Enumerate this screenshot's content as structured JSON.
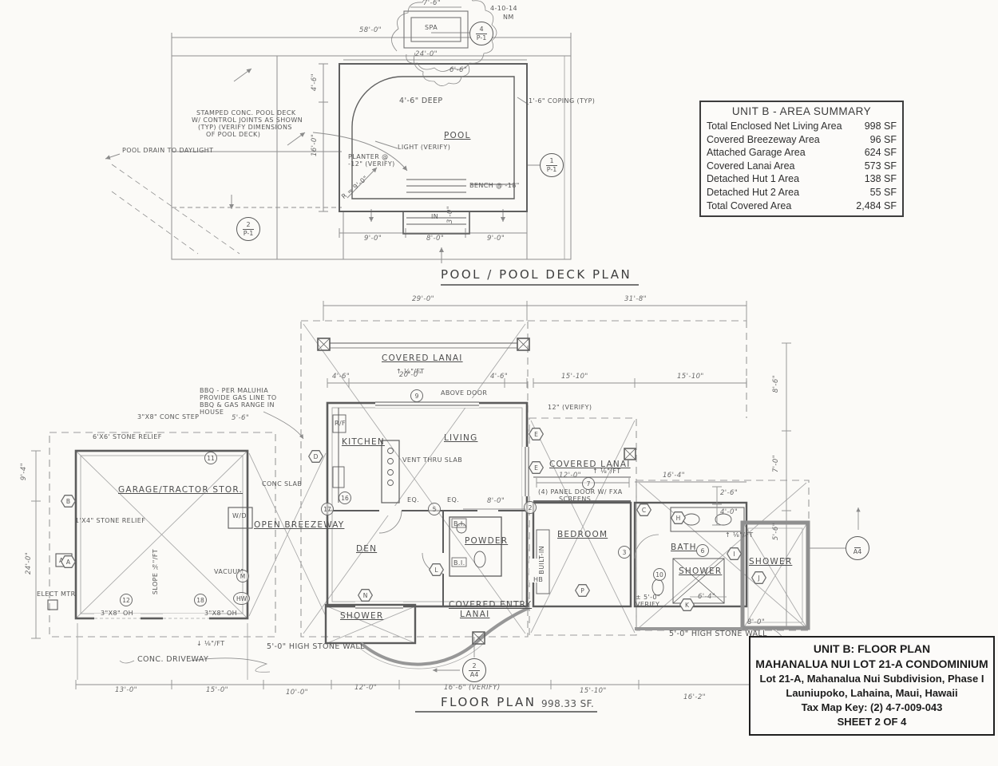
{
  "sheet": {
    "background": "#fbfaf7",
    "pencil_ink": "#6a6a6a",
    "print_ink": "#2f2f2f"
  },
  "area_summary": {
    "title": "UNIT B - AREA SUMMARY",
    "rows": [
      {
        "label": "Total Enclosed Net Living Area",
        "value": "998 SF"
      },
      {
        "label": "Covered Breezeway Area",
        "value": "96 SF"
      },
      {
        "label": "Attached Garage Area",
        "value": "624 SF"
      },
      {
        "label": "Covered Lanai Area",
        "value": "573 SF"
      },
      {
        "label": "Detached Hut 1 Area",
        "value": "138 SF"
      },
      {
        "label": "Detached Hut 2 Area",
        "value": "55 SF"
      },
      {
        "label": "Total Covered Area",
        "value": "2,484 SF"
      }
    ]
  },
  "title_block": {
    "line1": "UNIT B: FLOOR PLAN",
    "line2": "MAHANALUA NUI LOT 21-A CONDOMINIUM",
    "line3": "Lot 21-A, Mahanalua Nui Subdivision, Phase I",
    "line4": "Launiupoko, Lahaina, Maui, Hawaii",
    "line5": "Tax Map Key: (2) 4-7-009-043",
    "line6": "SHEET 2 OF 4"
  },
  "pool_plan": {
    "title": "POOL / POOL DECK PLAN",
    "labels": {
      "spa": "SPA",
      "pool": "POOL",
      "depth": "4'-6\" DEEP",
      "light": "LIGHT (VERIFY)",
      "planter_l1": "PLANTER @",
      "planter_l2": "-12\" (VERIFY)",
      "radius": "R = 9'-0\"",
      "bench": "BENCH @ -18\"",
      "coping": "1'-6\" COPING (TYP)",
      "deck_note_l1": "STAMPED CONC. POOL DECK",
      "deck_note_l2": "W/ CONTROL JOINTS AS SHOWN",
      "deck_note_l3": "(TYP) (VERIFY DIMENSIONS",
      "deck_note_l4": "OF POOL DECK)",
      "drain": "POOL DRAIN TO DAYLIGHT",
      "rev_date": "4-10-14",
      "rev_initials": "NM",
      "steps_in": "IN"
    },
    "dims": {
      "overall": "58'-0\"",
      "pool_length": "24'-0\"",
      "spa_width": "7'-6\"",
      "spa_to_pool": "6'-6\"",
      "shallow": "4'-6\"",
      "pool_width": "16'-0\"",
      "bottom_left": "9'-0\"",
      "bottom_mid": "8'-0\"",
      "bottom_right": "9'-0\"",
      "steps": "3'-0\""
    }
  },
  "floor_plan": {
    "title": "FLOOR PLAN",
    "area_text": "998.33 SF.",
    "rooms": {
      "covered_lanai_top": "COVERED LANAI",
      "slope_top": "↑ ⅛\"/FT",
      "kitchen": "KITCHEN",
      "living": "LIVING",
      "den": "DEN",
      "powder": "POWDER",
      "breezeway": "OPEN BREEZEWAY",
      "garage": "GARAGE/TRACTOR STOR.",
      "bedroom": "BEDROOM",
      "covered_lanai_right": "COVERED LANAI",
      "slope_right": "↑ ⅛\"/FT",
      "bath": "BATH",
      "shower_interior": "SHOWER",
      "shower_outdoor": "SHOWER",
      "shower_hut": "SHOWER",
      "entry_lanai_l1": "COVERED ENTRY",
      "entry_lanai_l2": "LANAI"
    },
    "notes": {
      "bbq_l1": "BBQ - PER MALUHIA",
      "bbq_l2": "PROVIDE GAS LINE TO",
      "bbq_l3": "BBQ & GAS RANGE IN",
      "bbq_l4": "HOUSE",
      "conc_step": "3\"X8\" CONC STEP",
      "stone_relief_6": "6'X6' STONE RELIEF",
      "stone_relief_1x4": "1'X4\" STONE RELIEF",
      "elect_mtr": "ELECT MTR",
      "ac": "AC",
      "vacuum": "VACUUM",
      "washer_dryer": "W/D",
      "conc_slab": "CONC SLAB",
      "vent": "VENT THRU SLAB",
      "above_door": "ABOVE DOOR",
      "overhead_l": "3\"X8\" OH",
      "overhead_r": "3\"X8\" OH",
      "driveway": "CONC. DRIVEWAY",
      "slope_drive": "↓ ⅛\"/FT",
      "slope_garage": "SLOPE ⅛\"/FT",
      "stone_wall_left": "5'-0\" HIGH STONE WALL",
      "stone_wall_right": "5'-0\" HIGH STONE WALL",
      "verify_l1": "± 5'-0\"",
      "verify_l2": "VERIFY",
      "verify_12": "12\" (VERIFY)",
      "panel_door_l1": "(4) PANEL DOOR W/ FXA",
      "panel_door_l2": "SCREENS",
      "built_in": "BUILT-IN",
      "bi_1": "B.I.",
      "bi_2": "B.I.",
      "hose_bib": "HB",
      "fridge": "R/F",
      "eq_1": "EQ.",
      "eq_2": "EQ.",
      "slope_shower": "↑ ⅛\"/FT"
    },
    "dims": {
      "top_left": "29'-0\"",
      "top_right": "31'-8\"",
      "lanai": "20'-0\"",
      "lanai_l": "4'-6\"",
      "lanai_r": "4'-6\"",
      "wing_1": "15'-10\"",
      "wing_2": "15'-10\"",
      "bed_lanai": "12'-0\"",
      "bath_w": "16'-4\"",
      "d2_6": "2'-6\"",
      "d4_0": "4'-0\"",
      "right_1": "8'-6\"",
      "right_2": "7'-0\"",
      "right_3": "5'-6\"",
      "living_door": "8'-0\"",
      "shower_w": "6'-4\"",
      "gate": "8'-0\"",
      "left_1": "9'-4\"",
      "left_2": "24'-0\"",
      "step": "5'-6\"",
      "bottom_1": "13'-0\"",
      "bottom_2": "15'-0\"",
      "bottom_3": "10'-0\"",
      "bottom_4": "12'-0\"",
      "bottom_5": "16'-6\" (VERIFY)",
      "bottom_6": "15'-10\"",
      "bottom_7": "16'-2\""
    }
  },
  "markers": {
    "a": "A",
    "b": "B",
    "c": "C",
    "d": "D",
    "e1": "E",
    "e2": "E",
    "h": "H",
    "i": "I",
    "j": "J",
    "k": "K",
    "l": "L",
    "m": "M",
    "hw": "HW",
    "n": "N",
    "p": "P",
    "n2": "2",
    "n3": "3",
    "n5": "5",
    "n6": "6",
    "n7": "7",
    "n9": "9",
    "n10": "10",
    "n11": "11",
    "n12": "12",
    "n16": "16",
    "n17": "17",
    "n18": "18",
    "sec_pool_num": "1",
    "sec_pool_sheet": "P-1",
    "sec_spa_num": "4",
    "sec_spa_sheet": "P-1",
    "sec_deck_num": "2",
    "sec_deck_sheet": "P-1",
    "sec_a4_right": "A4",
    "sec_entry_num": "2",
    "sec_entry_sheet": "A4"
  }
}
